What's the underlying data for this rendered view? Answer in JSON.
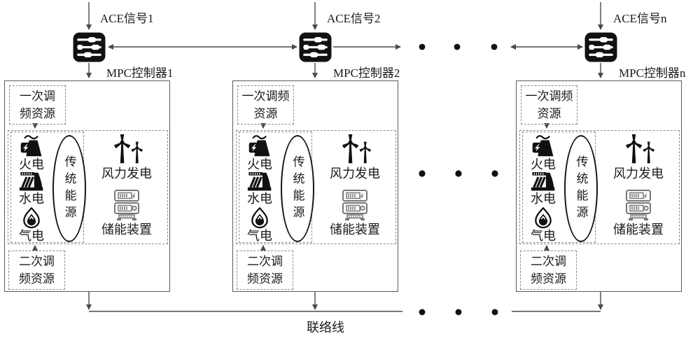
{
  "colors": {
    "line": "#4a4a4a",
    "solid_box_border": "#5a5a5a",
    "dashed_box_border": "#8c8c8c",
    "icon_black": "#111111",
    "icon_gray": "#777777",
    "text": "#1a1a1a",
    "background": "#ffffff"
  },
  "controllers": [
    {
      "ace_label": "ACE信号1",
      "mpc_label": "MPC控制器1"
    },
    {
      "ace_label": "ACE信号2",
      "mpc_label": "MPC控制器2"
    },
    {
      "ace_label": "ACE信号n",
      "mpc_label": "MPC控制器n"
    }
  ],
  "areas": [
    {
      "primary": "一次调\n频资源",
      "secondary": "二次调\n频资源",
      "thermal_label": "火电",
      "hydro_label": "水电",
      "gas_label": "气电",
      "traditional_label": "传统能源",
      "wind_label": "风力发电",
      "storage_label": "储能装置"
    },
    {
      "primary": "一次调频\n资源",
      "secondary": "二次调\n频资源",
      "thermal_label": "火电",
      "hydro_label": "水电",
      "gas_label": "气电",
      "traditional_label": "传统能源",
      "wind_label": "风力发电",
      "storage_label": "储能装置"
    },
    {
      "primary": "一次调频\n资源",
      "secondary": "二次调\n频资源",
      "thermal_label": "火电",
      "hydro_label": "水电",
      "gas_label": "气电",
      "traditional_label": "传统能源",
      "wind_label": "风力发电",
      "storage_label": "储能装置"
    }
  ],
  "tie_line_label": "联络线",
  "icons": {
    "controller": "sliders-mixer-icon",
    "thermal": "power-plant-icon",
    "hydro": "dam-icon",
    "gas": "flame-icon",
    "wind": "wind-turbine-icon",
    "storage": "battery-storage-icon"
  }
}
